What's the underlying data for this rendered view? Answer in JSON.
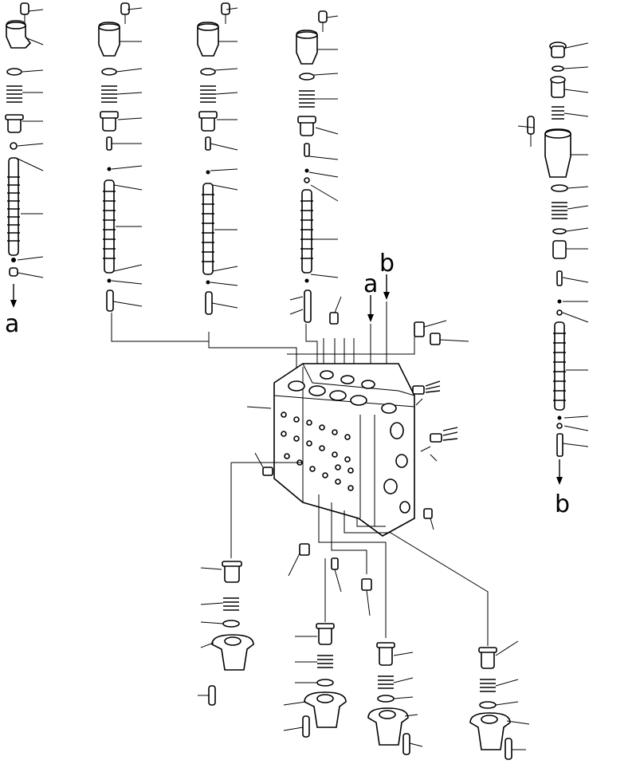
{
  "labels": {
    "a_left": "a",
    "a_mid": "a",
    "b_mid": "b",
    "b_right": "b"
  },
  "colors": {
    "ink": "#000000",
    "paper": "#ffffff"
  },
  "icons": [
    "arrow-down-icon"
  ]
}
